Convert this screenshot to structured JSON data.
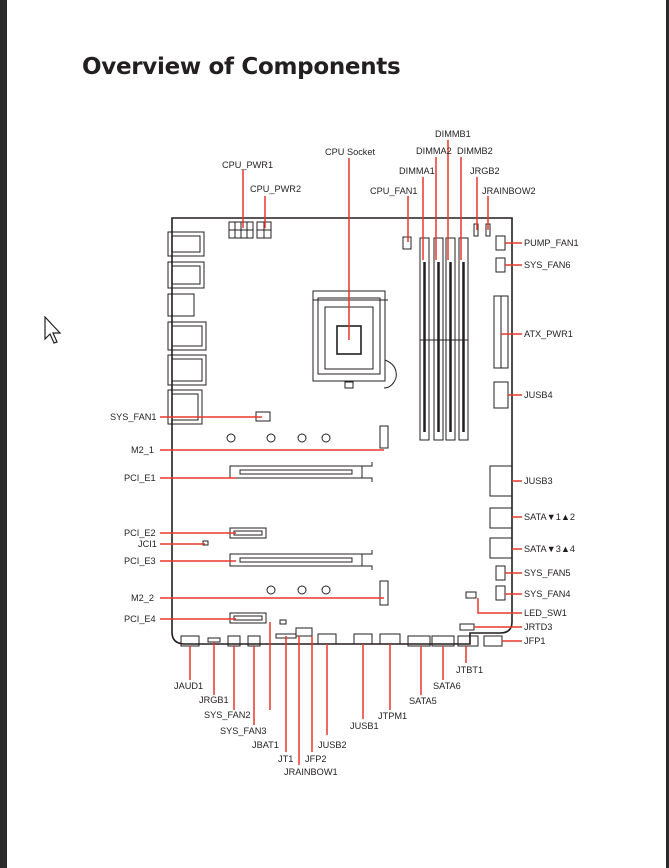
{
  "title": "Overview of Components",
  "labels": {
    "dimmb1": "DIMMB1",
    "dimma2": "DIMMA2",
    "dimmb2": "DIMMB2",
    "dimma1": "DIMMA1",
    "cpu_socket": "CPU Socket",
    "cpu_pwr1": "CPU_PWR1",
    "cpu_pwr2": "CPU_PWR2",
    "cpu_fan1": "CPU_FAN1",
    "jrgb2": "JRGB2",
    "jrainbow2": "JRAINBOW2",
    "pump_fan1": "PUMP_FAN1",
    "sys_fan6": "SYS_FAN6",
    "atx_pwr1": "ATX_PWR1",
    "jusb4": "JUSB4",
    "sys_fan1": "SYS_FAN1",
    "m2_1": "M2_1",
    "pci_e1": "PCI_E1",
    "jusb3": "JUSB3",
    "sata12": "SATA▼1▲2",
    "pci_e2": "PCI_E2",
    "jci1": "JCI1",
    "pci_e3": "PCI_E3",
    "sata34": "SATA▼3▲4",
    "sys_fan5": "SYS_FAN5",
    "sys_fan4": "SYS_FAN4",
    "m2_2": "M2_2",
    "led_sw1": "LED_SW1",
    "pci_e4": "PCI_E4",
    "jrtd3": "JRTD3",
    "jfp1": "JFP1",
    "jtbt1": "JTBT1",
    "jaud1": "JAUD1",
    "sata6": "SATA6",
    "jrgb1": "JRGB1",
    "sata5": "SATA5",
    "sys_fan2": "SYS_FAN2",
    "jtpm1": "JTPM1",
    "sys_fan3": "SYS_FAN3",
    "jusb1": "JUSB1",
    "jbat1": "JBAT1",
    "jusb2": "JUSB2",
    "jt1": "JT1",
    "jfp2": "JFP2",
    "jrainbow1": "JRAINBOW1"
  },
  "colors": {
    "callout": "#e8392b",
    "outline": "#231f20"
  },
  "icons": [
    "mouse-pointer-icon"
  ]
}
